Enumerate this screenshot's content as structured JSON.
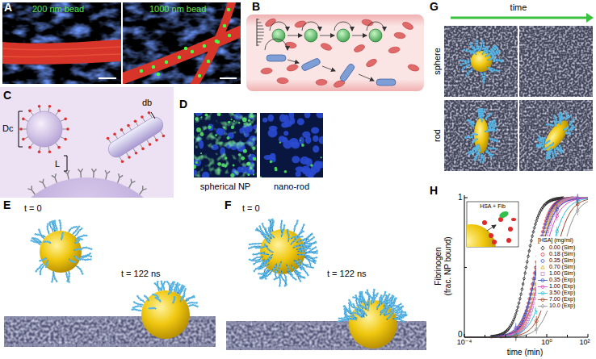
{
  "diagram": {
    "labels": [
      "A",
      "200 nm bead",
      "1000 nm bead",
      "B",
      "C",
      "Dc",
      "L",
      "db",
      "D",
      "spherical NP",
      "nano-rod",
      "E",
      "t = 0",
      "t = 122 ns",
      "F",
      "t = 0",
      "t = 122 ns",
      "G",
      "time",
      "sphere",
      "rod",
      "H",
      "Fibrinogen",
      "(frac. NP bound)",
      "1",
      "0",
      "10⁻⁴",
      "10⁰",
      "10²",
      "time (min)",
      "HSA + Fib",
      "[HSA] (mg/ml)"
    ],
    "legend": [
      {
        "text": "0.00 (Sim)"
      },
      {
        "text": "0.18 (Sim)"
      },
      {
        "text": "0.35 (Sim)"
      },
      {
        "text": "0.70 (Sim)"
      },
      {
        "text": "1.00 (Sim)"
      },
      {
        "text": "0.35 (Exp)"
      },
      {
        "text": "1.00 (Exp)"
      },
      {
        "text": "3.50 (Exp)"
      },
      {
        "text": "7.00 (Exp)"
      },
      {
        "text": "10.0 (Exp)"
      }
    ]
  }
}
